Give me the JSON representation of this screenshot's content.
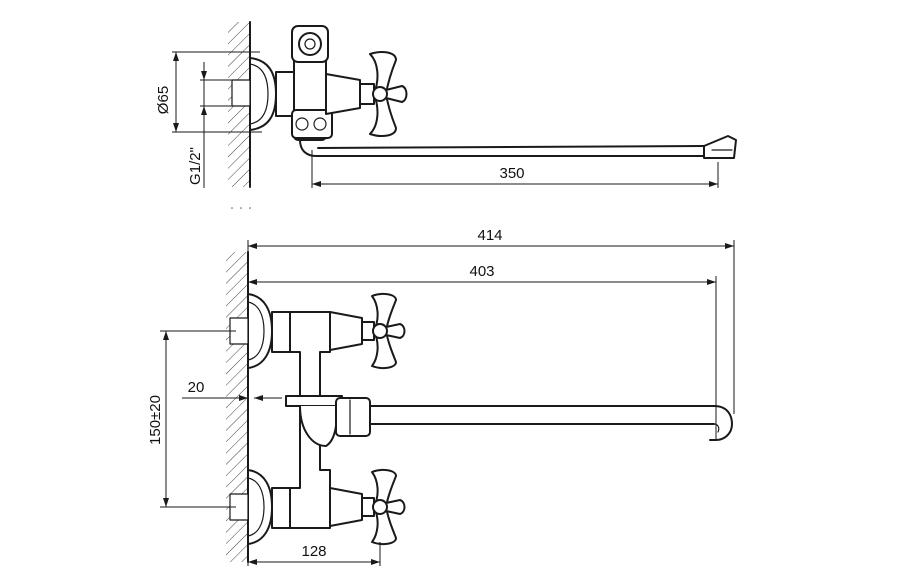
{
  "dimensions": {
    "d65": "Ø65",
    "g12": "G1/2\"",
    "l350": "350",
    "l414": "414",
    "l403": "403",
    "l150": "150±20",
    "l20": "20",
    "l128": "128"
  }
}
